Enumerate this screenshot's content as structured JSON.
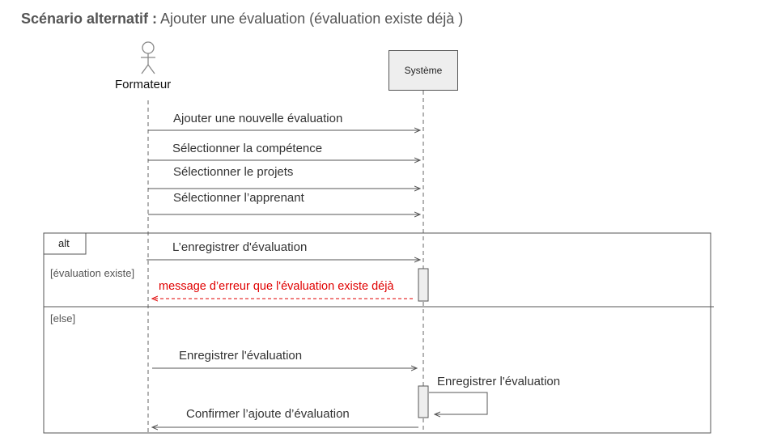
{
  "title": {
    "bold": "Scénario alternatif :",
    "rest": " Ajouter une évaluation (évaluation existe déjà )"
  },
  "actors": {
    "formateur": "Formateur",
    "systeme": "Système"
  },
  "messages": [
    "Ajouter une nouvelle évaluation",
    "Sélectionner  la compétence",
    "Sélectionner  le projets",
    "Sélectionner  l’apprenant",
    "L’enregistrer  d'évaluation",
    "message d’erreur que l'évaluation existe déjà",
    "Enregistrer l'évaluation",
    "Enregistrer l'évaluation",
    "Confirmer l’ajoute d’évaluation"
  ],
  "fragment": {
    "operator": "alt",
    "guard1": "[évaluation existe]",
    "guard2": "[else]"
  },
  "colors": {
    "error": "#e00000",
    "line": "#555555"
  }
}
